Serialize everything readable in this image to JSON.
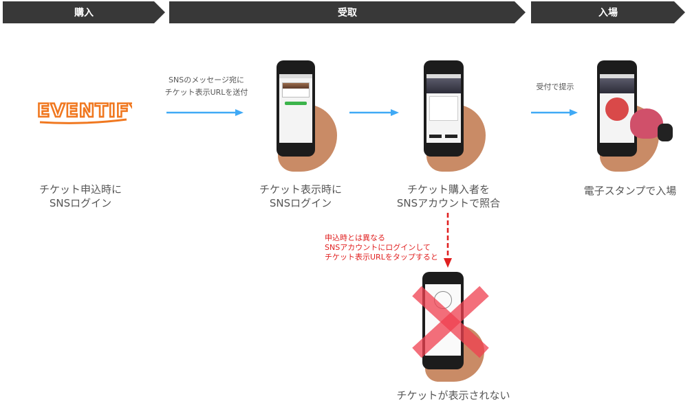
{
  "header": {
    "step1": "購入",
    "step2": "受取",
    "step3": "入場"
  },
  "logo": {
    "text": "EVENTIFY",
    "color": "#f07820"
  },
  "captions": {
    "purchase": [
      "チケット申込時に",
      "SNSログイン"
    ],
    "display": [
      "チケット表示時に",
      "SNSログイン"
    ],
    "verify": [
      "チケット購入者を",
      "SNSアカウントで照合"
    ],
    "entry": "電子スタンプで入場",
    "fail": "チケットが表示されない"
  },
  "notes": {
    "sns_message": [
      "SNSのメッセージ宛に",
      "チケット表示URLを送付"
    ],
    "present": "受付で提示"
  },
  "warning": [
    "申込時とは異なる",
    "SNSアカウントにログインして",
    "チケット表示URLをタップすると"
  ],
  "colors": {
    "header_bg": "#383838",
    "arrow": "#3fa9f5",
    "warning": "#e02020",
    "cross": "#f04050"
  },
  "icons": {
    "arrow": "right-arrow-icon",
    "down_arrow": "dashed-down-arrow-icon",
    "cross": "cross-icon",
    "stamp": "stamp-icon"
  }
}
